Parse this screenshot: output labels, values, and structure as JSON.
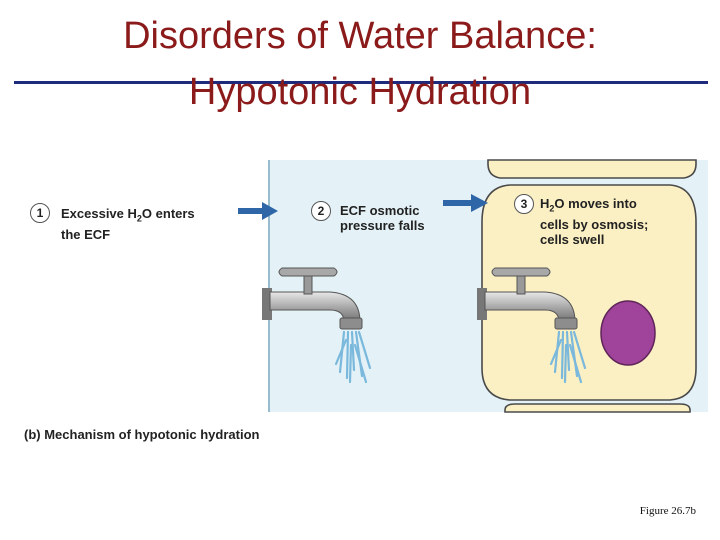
{
  "title": {
    "line1": "Disorders of Water Balance:",
    "line2": "Hypotonic Hydration"
  },
  "colors": {
    "title_text": "#8b1a1a",
    "rule": "#1f2a7a",
    "ecf_background": "#e4f2f7",
    "cell_fill": "#fbf0c4",
    "cell_outline": "#4a4a4a",
    "arrow": "#2e66a8",
    "nucleus": "#a0439a",
    "water": "#7ab8dc"
  },
  "steps": [
    {
      "number": "1",
      "line1_pre": "Excessive H",
      "line1_sub": "2",
      "line1_post": "O enters",
      "line2": "the ECF"
    },
    {
      "number": "2",
      "line1": "ECF osmotic",
      "line2": "pressure falls"
    },
    {
      "number": "3",
      "line1_pre": "H",
      "line1_sub": "2",
      "line1_post": "O moves into",
      "line2": "cells by osmosis;",
      "line3": "cells swell"
    }
  ],
  "caption": "(b) Mechanism of hypotonic hydration",
  "figure_ref": "Figure 26.7b",
  "icons": [
    "right-arrow-icon",
    "water-faucet-icon",
    "cell-nucleus-icon"
  ]
}
